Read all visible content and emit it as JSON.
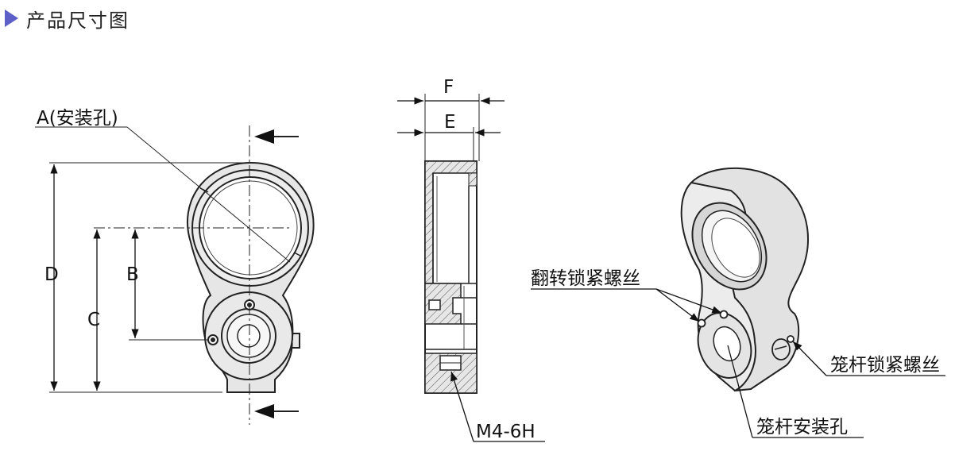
{
  "header": {
    "title": "产品尺寸图"
  },
  "labels": {
    "a_mount_hole": "A(安装孔)",
    "b": "B",
    "c": "C",
    "d": "D",
    "e": "E",
    "f": "F",
    "thread": "M4-6H",
    "flip_lock_screw": "翻转锁紧螺丝",
    "cage_rod_lock_screw": "笼杆锁紧螺丝",
    "cage_rod_mount_hole": "笼杆安装孔"
  },
  "colors": {
    "accent": "#5b5fc7",
    "part_fill": "#e6e6e6",
    "hatch": "#333333"
  }
}
